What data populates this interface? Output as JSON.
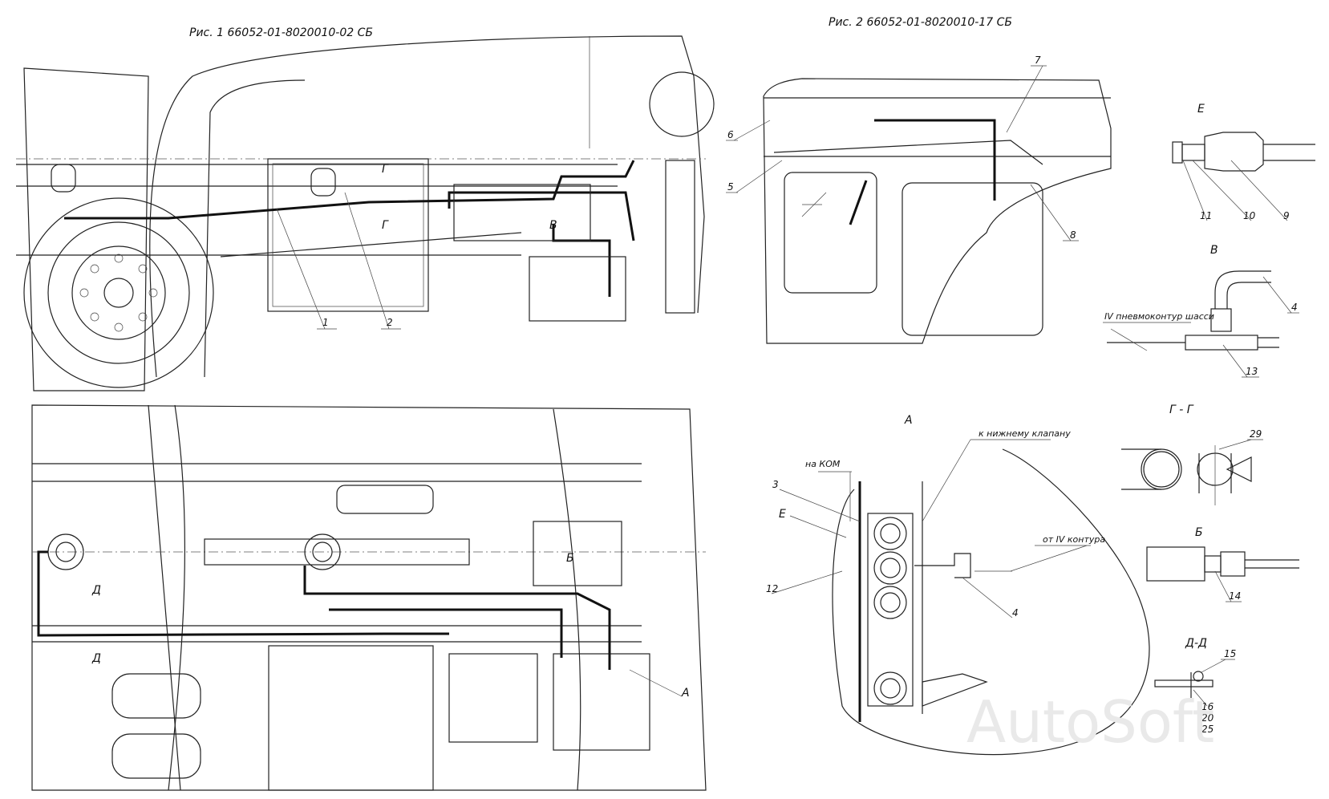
{
  "fig1": {
    "caption": "Рис. 1   66052-01-8020010-02 СБ"
  },
  "fig2": {
    "caption": "Рис. 2   66052-01-8020010-17 СБ"
  },
  "callouts": {
    "c1": "1",
    "c2": "2",
    "c3": "3",
    "c4": "4",
    "c4b": "4",
    "c5": "5",
    "c6": "6",
    "c7": "7",
    "c8": "8",
    "c9": "9",
    "c10": "10",
    "c11": "11",
    "c12": "12",
    "c13": "13",
    "c14": "14",
    "c15": "15",
    "c16": "16",
    "c20": "20",
    "c25": "25",
    "c29": "29"
  },
  "markers": {
    "v_fig1": "В",
    "g_top": "Г",
    "g_bot": "Г",
    "d_top": "Д",
    "d_bot": "Д",
    "b_fig": "Б",
    "a_fig": "А"
  },
  "views": {
    "e": "Е",
    "v": "В",
    "gg": "Г - Г",
    "b": "Б",
    "dd": "Д-Д",
    "a": "А",
    "e_in_a": "Е"
  },
  "labels": {
    "pneumo": "IV пневмоконтур шасси",
    "kom": "на КОМ",
    "lower_valve": "к нижнему клапану",
    "from_iv": "от IV контура"
  },
  "watermark": "AutoSoft"
}
